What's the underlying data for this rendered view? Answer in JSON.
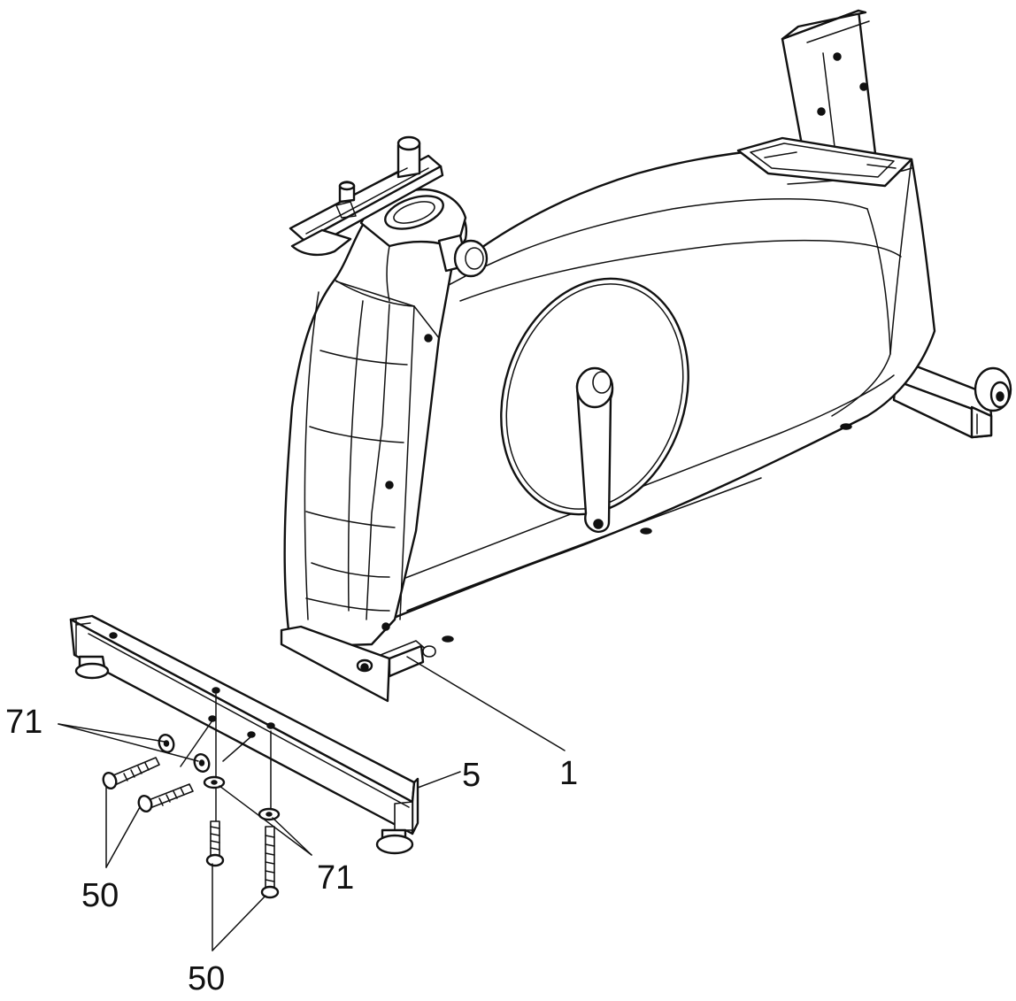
{
  "diagram": {
    "part_labels": {
      "frame": "1",
      "front_stabilizer": "5",
      "washer_top_left": "71",
      "washer_bottom_right": "71",
      "bolt_left": "50",
      "bolt_bottom": "50"
    }
  },
  "colors": {
    "line": "#111111",
    "background": "#ffffff"
  }
}
